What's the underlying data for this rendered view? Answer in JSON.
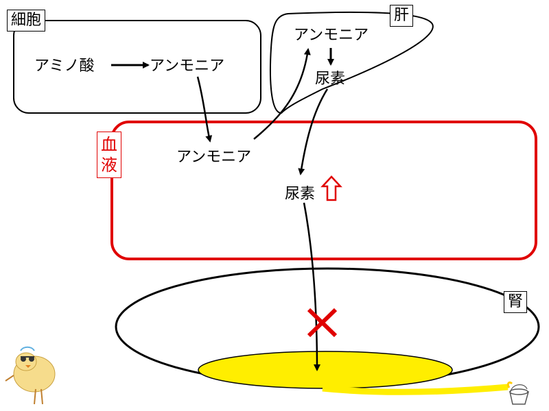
{
  "cell": {
    "label": "細胞",
    "amino_acid": "アミノ酸",
    "ammonia": "アンモニア"
  },
  "liver": {
    "label": "肝",
    "ammonia": "アンモニア",
    "urea": "尿素"
  },
  "blood": {
    "label_line1": "血",
    "label_line2": "液",
    "ammonia": "アンモニア",
    "urea": "尿素"
  },
  "kidney": {
    "label": "腎"
  },
  "colors": {
    "blood": "#e00000",
    "urine": "#ffee00",
    "cross": "#e00000",
    "stroke": "#000000"
  },
  "icons": [
    "up-arrow-icon",
    "cross-mark-icon",
    "chick-illustration",
    "bucket-illustration"
  ]
}
